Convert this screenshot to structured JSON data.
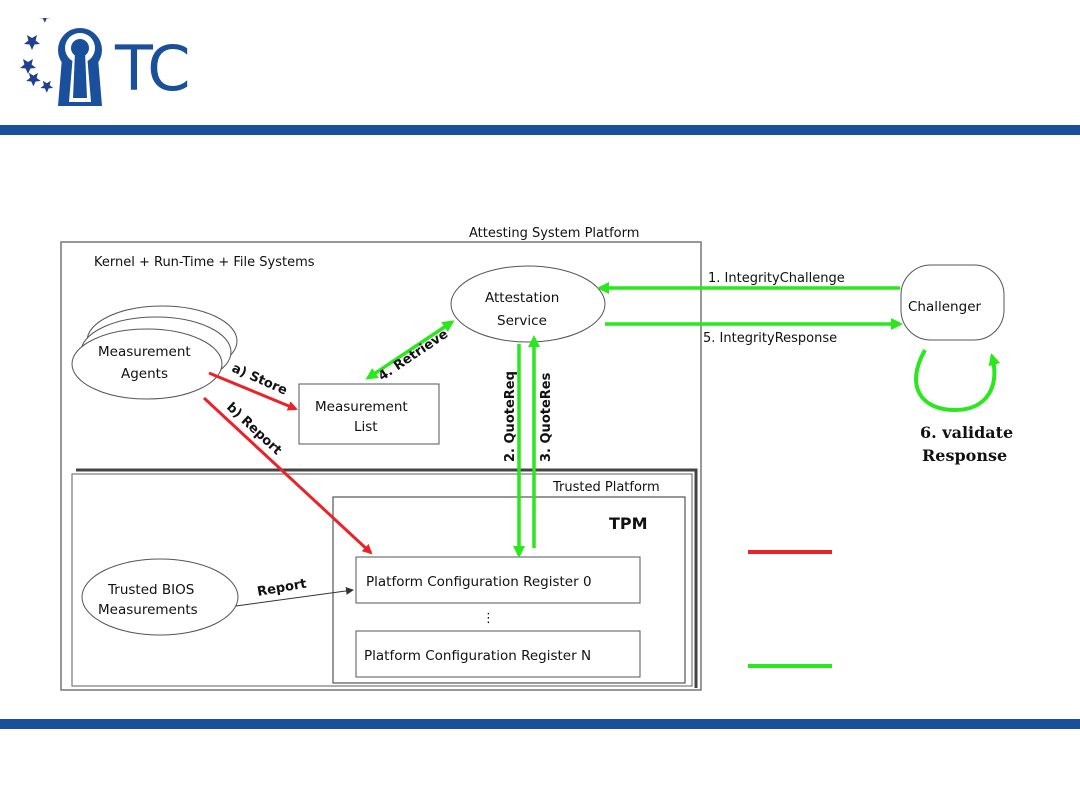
{
  "colors": {
    "brand_blue": "#1a4f9c",
    "star_blue": "#1f3f8f",
    "arrow_red": "#e8232a",
    "arrow_green": "#29e81b",
    "box_stroke": "#555555",
    "frame_stroke": "#777777"
  },
  "header": {
    "logo_text": "TC",
    "logo_icon": "keyhole-logo-icon"
  },
  "diagram": {
    "platform_label": "Attesting System Platform",
    "kernel_label": "Kernel + Run-Time + File Systems",
    "trusted_platform_label": "Trusted Platform",
    "tpm_label": "TPM",
    "measurement_agents": [
      "Measurement",
      "Agents"
    ],
    "attestation_service": [
      "Attestation",
      "Service"
    ],
    "measurement_list": [
      "Measurement",
      "List"
    ],
    "challenger": "Challenger",
    "trusted_bios": [
      "Trusted BIOS",
      "Measurements"
    ],
    "pcr_0": "Platform Configuration Register 0",
    "pcr_dots": "⋮",
    "pcr_n": "Platform Configuration Register N",
    "arrow_store": "a) Store",
    "arrow_report_b": "b) Report",
    "arrow_retrieve": "4. Retrieve",
    "arrow_quote_req": "2. QuoteReq",
    "arrow_quote_res": "3. QuoteRes",
    "arrow_bios_report": "Report",
    "integrity_challenge": "1. IntegrityChallenge",
    "integrity_response": "5. IntegrityResponse",
    "validate": [
      "6. validate",
      "Response"
    ]
  }
}
